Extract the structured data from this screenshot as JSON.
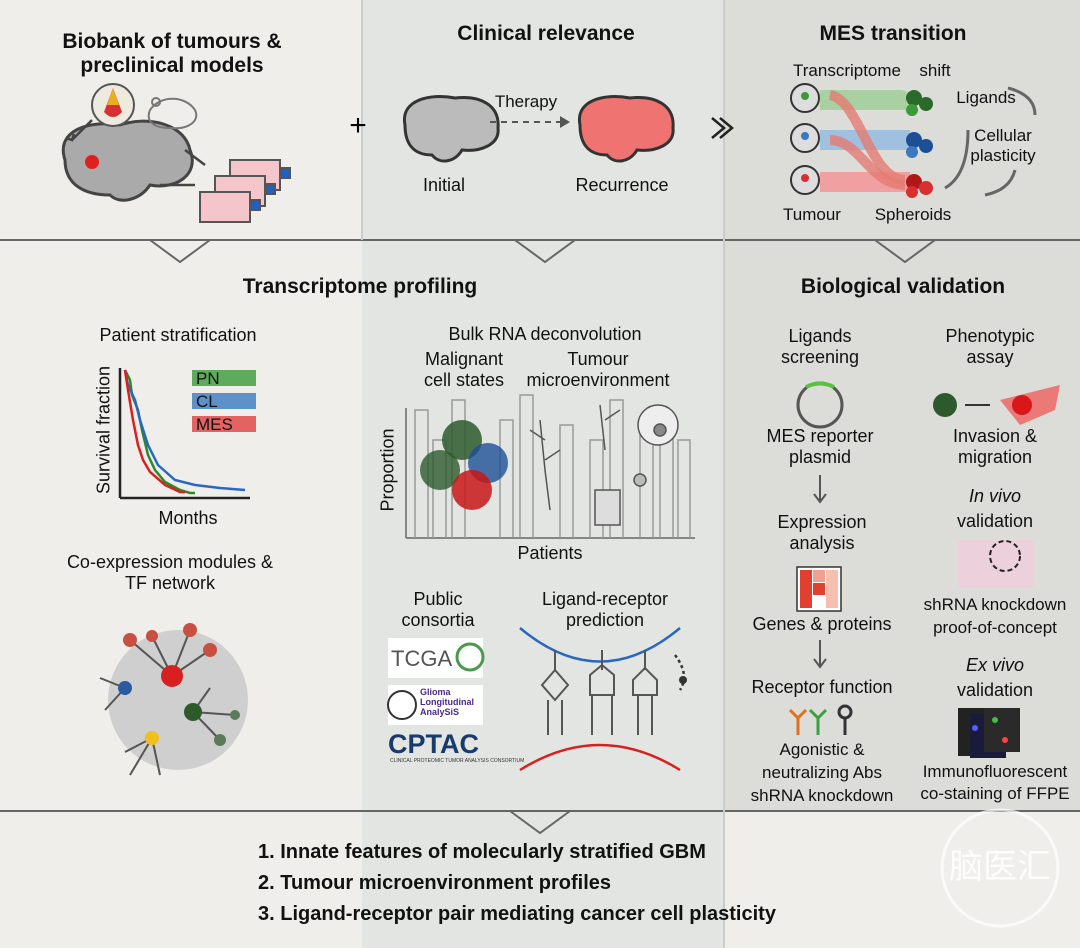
{
  "top": {
    "biobank_title": "Biobank of tumours & preclinical models",
    "clinical_title": "Clinical relevance",
    "therapy": "Therapy",
    "initial": "Initial",
    "recurrence": "Recurrence",
    "mes_title": "MES transition",
    "transcriptome": "Transcriptome",
    "shift": "shift",
    "ligands": "Ligands",
    "cellular_plasticity": "Cellular plasticity",
    "tumour": "Tumour",
    "spheroids": "Spheroids",
    "plus": "+"
  },
  "middle": {
    "profiling_title": "Transcriptome profiling",
    "patient_stratification": "Patient stratification",
    "survival_fraction": "Survival fraction",
    "months": "Months",
    "legend": [
      "PN",
      "CL",
      "MES"
    ],
    "coexpression": "Co-expression modules & TF network",
    "bulk_rna": "Bulk RNA deconvolution",
    "malignant": "Malignant cell states",
    "tme": "Tumour microenvironment",
    "proportion": "Proportion",
    "patients": "Patients",
    "public": "Public consortia",
    "tcga": "TCGA",
    "glass_1": "Glioma",
    "glass_2": "Longitudinal",
    "glass_3": "AnalySiS",
    "cptac": "CPTAC",
    "cptac_sub": "CLINICAL PROTEOMIC TUMOR ANALYSIS CONSORTIUM",
    "ligand_receptor": "Ligand-receptor prediction"
  },
  "validation": {
    "title": "Biological validation",
    "ligands_screening": "Ligands screening",
    "phenotypic": "Phenotypic assay",
    "mes_reporter": "MES reporter plasmid",
    "invasion": "Invasion & migration",
    "invivo_1": "In vivo",
    "invivo_2": "validation",
    "expression": "Expression analysis",
    "shrna_poc_1": "shRNA knockdown",
    "shrna_poc_2": "proof-of-concept",
    "genes_proteins": "Genes & proteins",
    "exvivo_1": "Ex vivo",
    "exvivo_2": "validation",
    "receptor_function": "Receptor function",
    "agonistic_1": "Agonistic &",
    "agonistic_2": "neutralizing Abs",
    "agonistic_3": "shRNA knockdown",
    "immuno_1": "Immunofluorescent",
    "immuno_2": "co-staining of FFPE"
  },
  "conclusions": [
    "1.   Innate features of molecularly stratified GBM",
    "2.   Tumour microenvironment profiles",
    "3.   Ligand-receptor pair mediating cancer cell plasticity"
  ],
  "watermark": "脑医汇",
  "colors": {
    "pn": "#3a8a3a",
    "cl": "#3a78c0",
    "mes": "#d83030",
    "panel_left": "#efeeea",
    "panel_mid": "#e2e4e2",
    "panel_right": "#dcdcd8"
  }
}
